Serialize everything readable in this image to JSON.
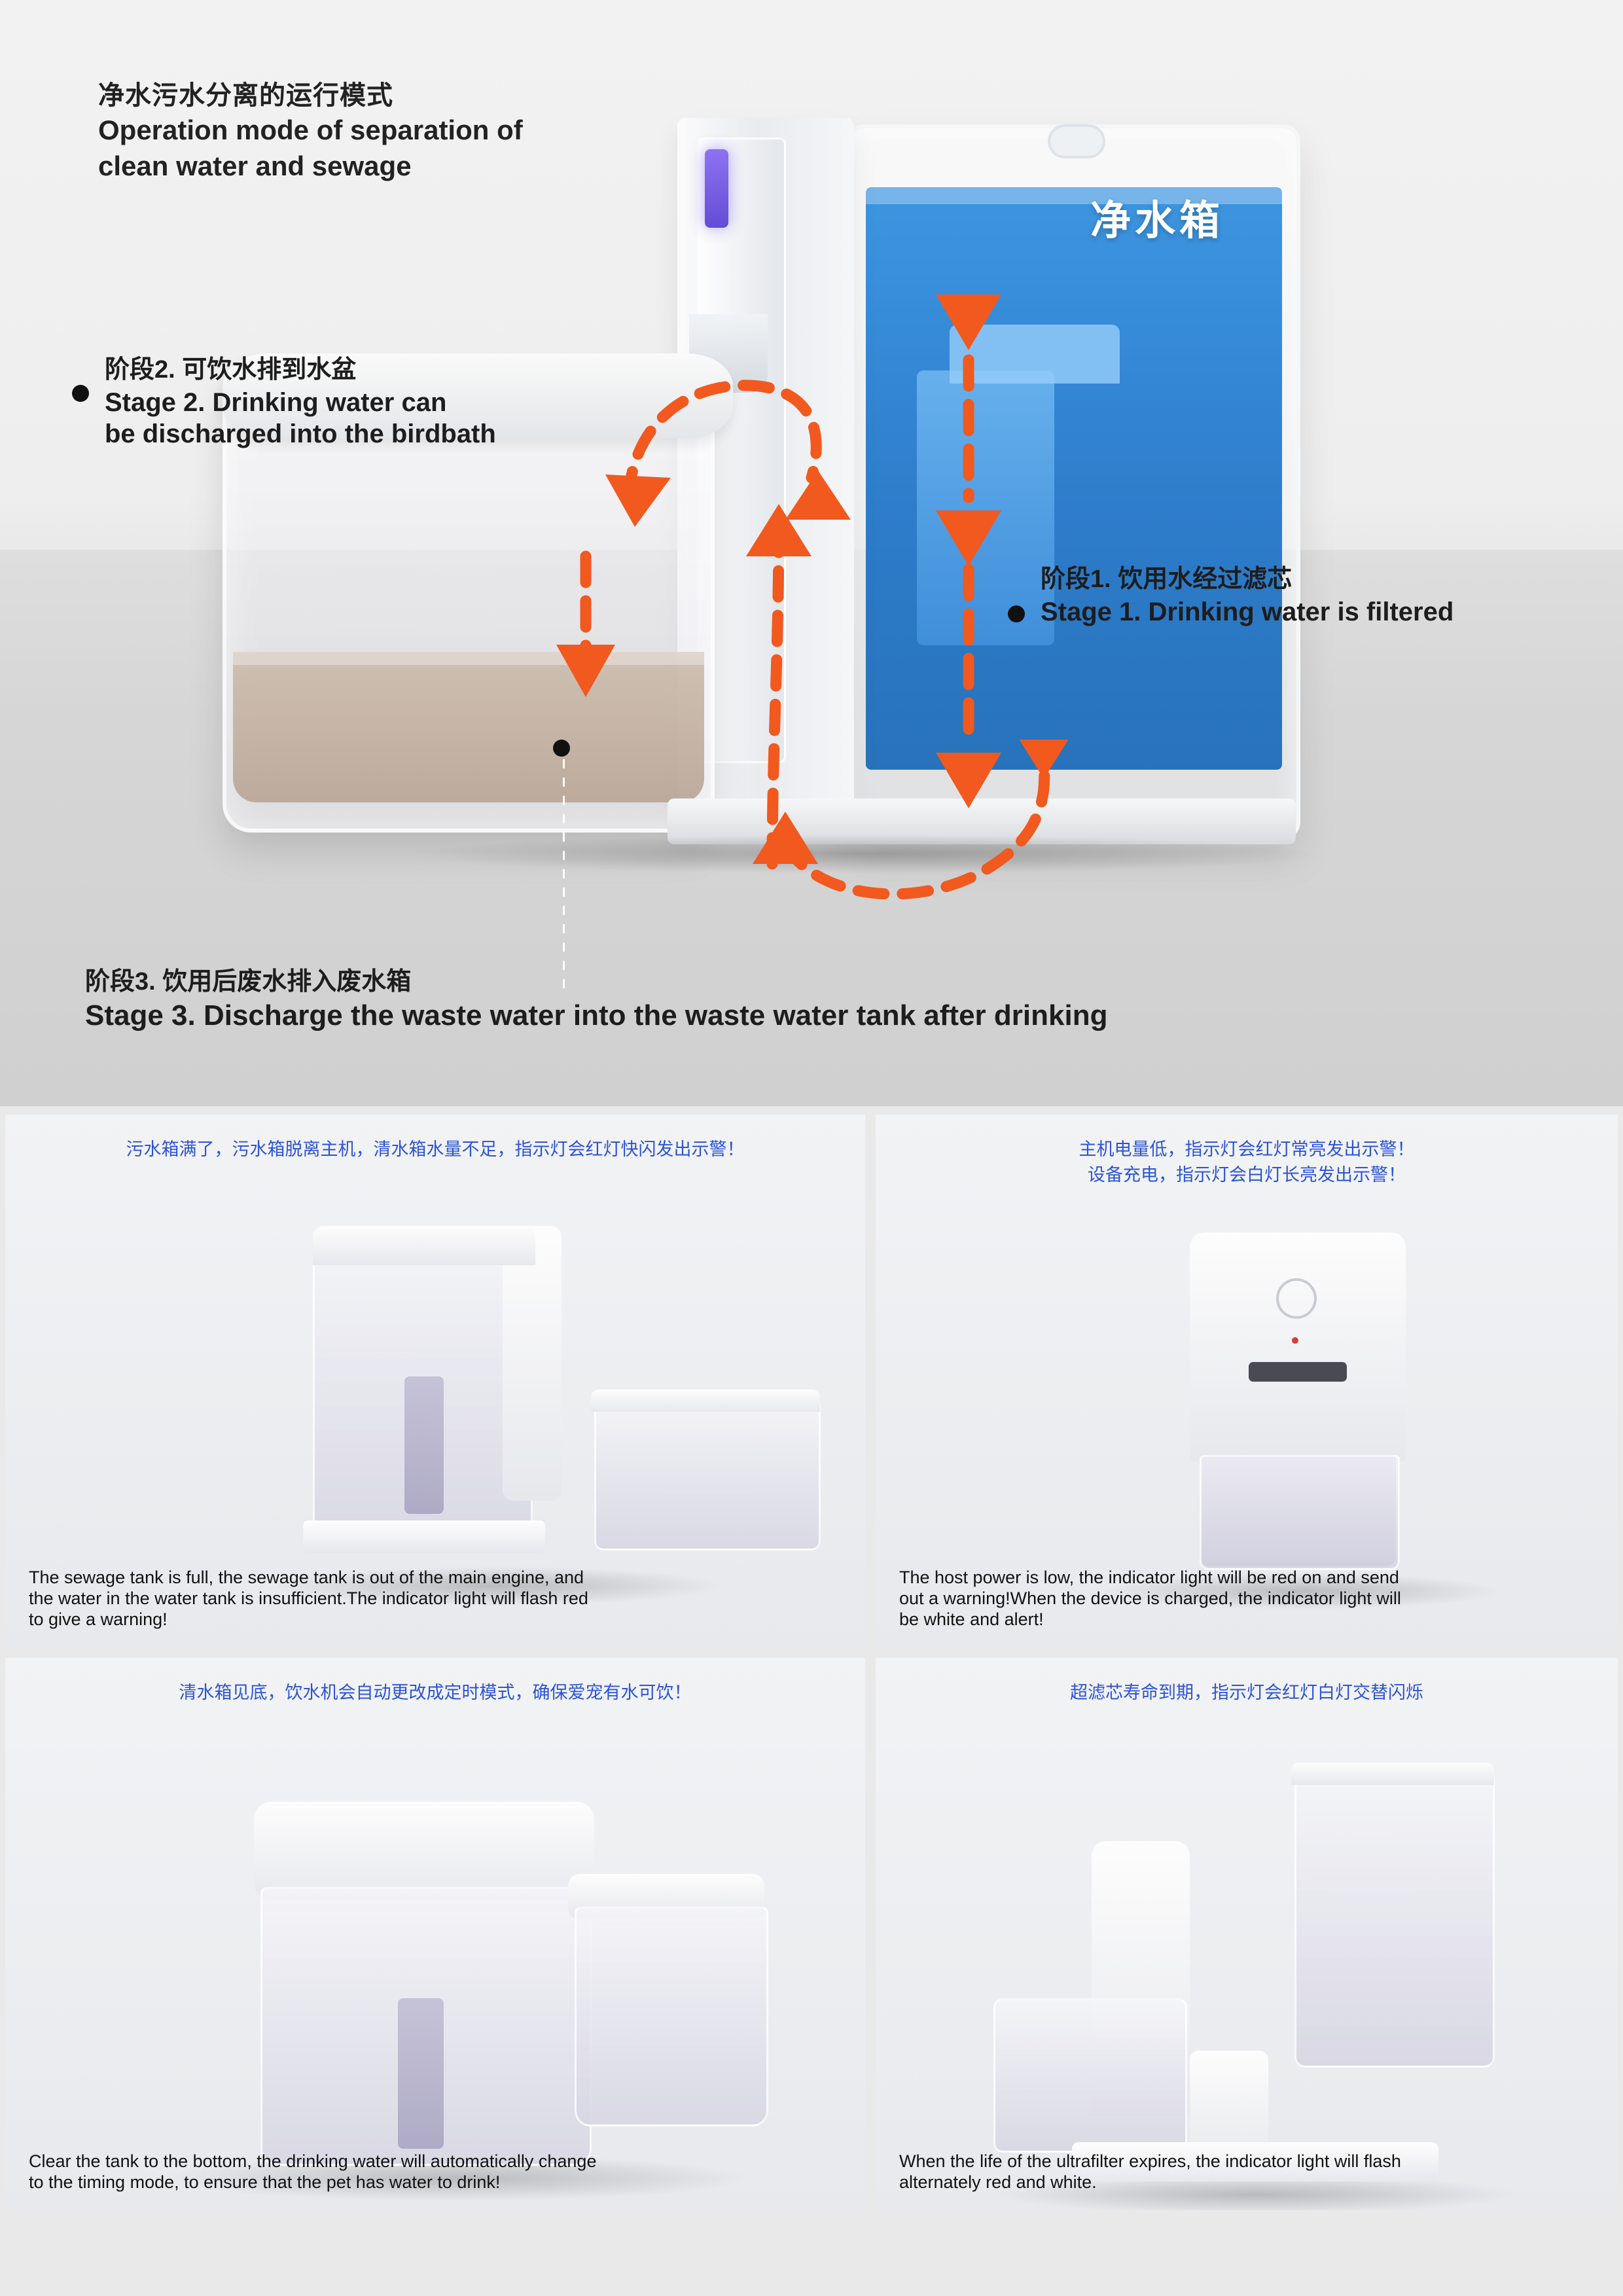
{
  "hero": {
    "title_cn": "净水污水分离的运行模式",
    "title_en_line1": "Operation mode of separation of",
    "title_en_line2": "clean water and sewage",
    "tank_label_cn": "净水箱",
    "stage2": {
      "cn": "阶段2. 可饮水排到水盆",
      "en_line1": "Stage 2. Drinking water can",
      "en_line2": "be discharged into the birdbath"
    },
    "stage1": {
      "cn": "阶段1. 饮用水经过滤芯",
      "en": "Stage 1. Drinking water is filtered"
    },
    "stage3": {
      "cn": "阶段3. 饮用后废水排入废水箱",
      "en": "Stage 3. Discharge the waste water into the waste water tank after drinking"
    }
  },
  "cards": [
    {
      "id": "sewage-full",
      "caption_cn": "污水箱满了，污水箱脱离主机，清水箱水量不足，指示灯会红灯快闪发出示警！",
      "caption_en_line1": "The sewage tank is full, the sewage tank is out of the main engine, and",
      "caption_en_line2": "the water in the water tank is insufficient.The indicator light will flash red",
      "caption_en_line3": "to give a warning!"
    },
    {
      "id": "low-power",
      "caption_cn_line1": "主机电量低，指示灯会红灯常亮发出示警！",
      "caption_cn_line2": "设备充电，指示灯会白灯长亮发出示警！",
      "caption_en_line1": "The host power is low, the indicator light will be red on and send",
      "caption_en_line2": "out a warning!When the device is charged, the indicator light will",
      "caption_en_line3": "be white and alert!"
    },
    {
      "id": "tank-empty-timer",
      "caption_cn": "清水箱见底，饮水机会自动更改成定时模式，确保爱宠有水可饮！",
      "caption_en_line1": "Clear the tank to the bottom, the drinking water will automatically change",
      "caption_en_line2": "to the timing mode, to ensure that the pet has water to drink!"
    },
    {
      "id": "filter-expired",
      "caption_cn": "超滤芯寿命到期，指示灯会红灯白灯交替闪烁",
      "caption_en_line1": "When the life of the ultrafilter expires, the indicator light will flash",
      "caption_en_line2": "alternately red and white."
    }
  ],
  "colors": {
    "accent_orange": "#f1591e",
    "caption_blue": "#2c54d4",
    "water_blue": "#1f74c8",
    "waste_brown": "#c2b0a0"
  }
}
